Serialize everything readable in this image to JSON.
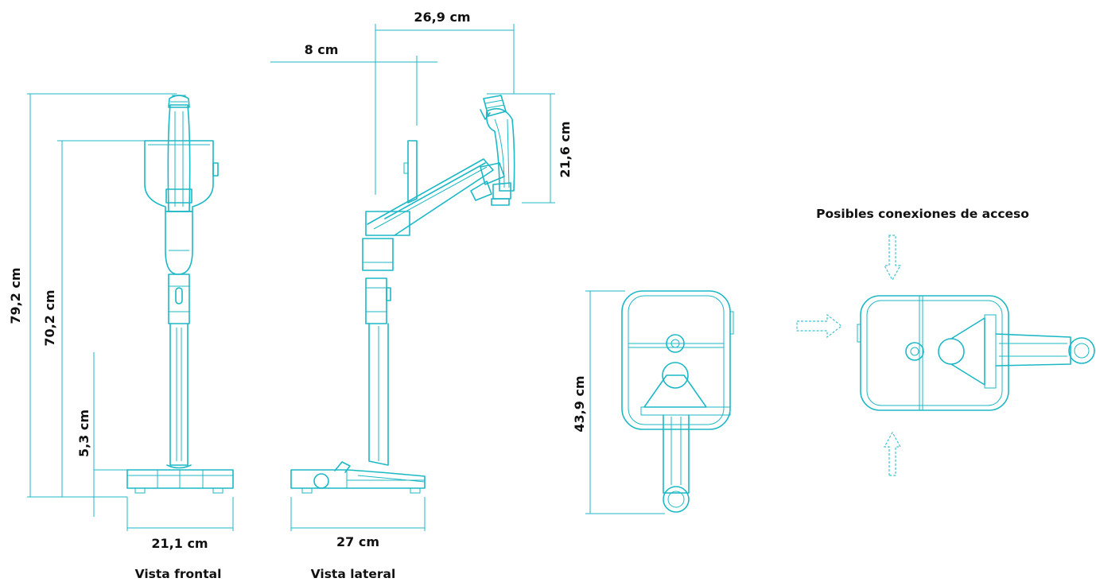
{
  "colors": {
    "stroke": "#1cb8c6",
    "text": "#111111",
    "background": "#ffffff"
  },
  "captions": {
    "front_view": "Vista frontal",
    "side_view": "Vista lateral",
    "access_connections": "Posibles conexiones de acceso"
  },
  "dimensions": {
    "front_total_height": "79,2 cm",
    "front_head_height": "70,2 cm",
    "front_base_height": "5,3 cm",
    "front_base_width": "21,1 cm",
    "side_arm_reach": "26,9 cm",
    "side_offset": "8 cm",
    "side_head_height": "21,6 cm",
    "side_base_depth": "27 cm",
    "top_depth": "43,9 cm"
  }
}
